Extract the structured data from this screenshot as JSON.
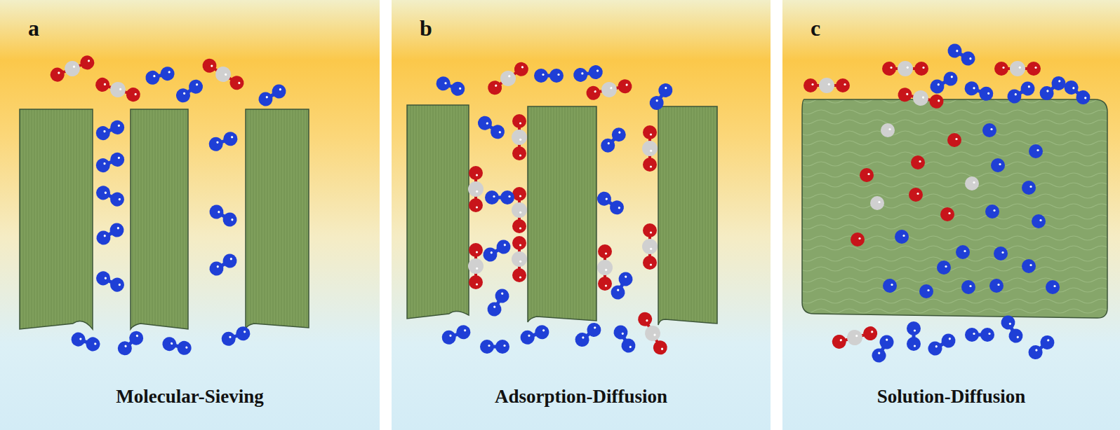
{
  "diagram": {
    "nodes": [
      {
        "text": [
          "a",
          "Molecular-Sieving"
        ]
      },
      {
        "text": [
          "b",
          "Adsorption-Diffusion"
        ]
      },
      {
        "text": [
          "c",
          "Solution-Diffusion"
        ]
      }
    ]
  }
}
